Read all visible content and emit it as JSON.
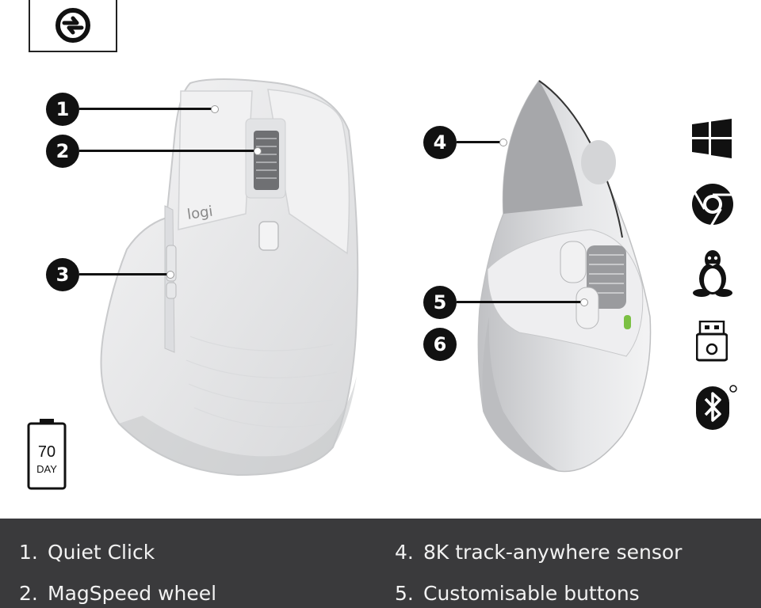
{
  "callouts": [
    "1",
    "2",
    "3",
    "4",
    "5",
    "6"
  ],
  "product": {
    "logo_text": "logi"
  },
  "battery": {
    "value": "70",
    "unit": "DAY"
  },
  "features": [
    {
      "number": "1.",
      "label": "Quiet Click"
    },
    {
      "number": "2.",
      "label": "MagSpeed wheel"
    },
    {
      "number": "4.",
      "label": "8K track-anywhere sensor"
    },
    {
      "number": "5.",
      "label": "Customisable buttons"
    }
  ],
  "icons": {
    "easy_switch": "easy-switch-icon",
    "battery": "battery-icon",
    "os": [
      "windows-icon",
      "chrome-icon",
      "linux-icon",
      "usb-receiver-icon",
      "bluetooth-icon"
    ]
  },
  "colors": {
    "band_background": "#3a3a3c",
    "band_text": "#f2f2f2",
    "mouse_body": "#ebebec",
    "callout": "#111111"
  }
}
